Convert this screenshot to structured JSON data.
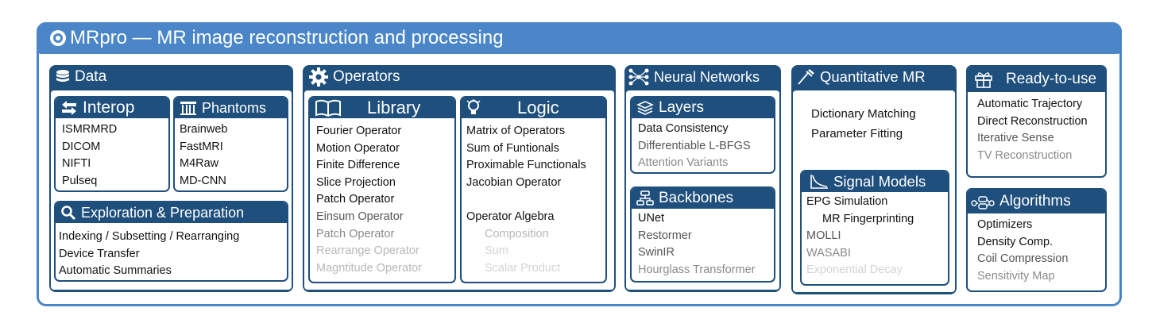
{
  "header": {
    "logo": "MRpro",
    "title": "MRpro — MR image reconstruction and processing"
  },
  "colors": {
    "outer": "#4a86c8",
    "dark": "#1f4f7c"
  },
  "data_section": {
    "title": "Data",
    "interop": {
      "title": "Interop",
      "items": [
        "ISMRMRD",
        "DICOM",
        "NIFTI",
        "Pulseq"
      ]
    },
    "phantoms": {
      "title": "Phantoms",
      "items": [
        "Brainweb",
        "FastMRI",
        "M4Raw",
        "MD-CNN"
      ]
    },
    "exploration": {
      "title": "Exploration & Preparation",
      "items": [
        "Indexing / Subsetting / Rearranging",
        "Device Transfer",
        "Automatic Summaries"
      ]
    }
  },
  "operators_section": {
    "title": "Operators",
    "library": {
      "title": "Library",
      "items": [
        "Fourier Operator",
        "Motion Operator",
        "Finite Difference",
        "Slice Projection",
        "Patch Operator",
        "Einsum Operator",
        "Patch Operator",
        "Rearrange Operator",
        "Magntitude Operator"
      ]
    },
    "logic": {
      "title": "Logic",
      "items": [
        "Matrix of Operators",
        "Sum of Funtionals",
        "Proximable Functionals",
        "Jacobian Operator"
      ],
      "algebra_title": "Operator Algebra",
      "algebra_items": [
        "Composition",
        "Sum",
        "Scalar Product"
      ]
    }
  },
  "nn_section": {
    "title": "Neural Networks",
    "layers": {
      "title": "Layers",
      "items": [
        "Data Consistency",
        "Differentiable L-BFGS",
        "Attention Variants"
      ]
    },
    "backbones": {
      "title": "Backbones",
      "items": [
        "UNet",
        "Restormer",
        "SwinIR",
        "Hourglass Transformer"
      ]
    }
  },
  "qmr_section": {
    "title": "Quantitative MR",
    "items": [
      "Dictionary Matching",
      "Parameter Fitting"
    ],
    "signal_models": {
      "title": "Signal Models",
      "items": [
        "EPG Simulation",
        "MR Fingerprinting",
        "MOLLI",
        "WASABI",
        "Exponential Decay"
      ]
    }
  },
  "ready_section": {
    "title": "Ready-to-use",
    "items": [
      "Automatic Trajectory",
      "Direct Reconstruction",
      "Iterative Sense",
      "TV Reconstruction"
    ],
    "algorithms": {
      "title": "Algorithms",
      "items": [
        "Optimizers",
        "Density Comp.",
        "Coil Compression",
        "Sensitivity Map"
      ]
    }
  }
}
